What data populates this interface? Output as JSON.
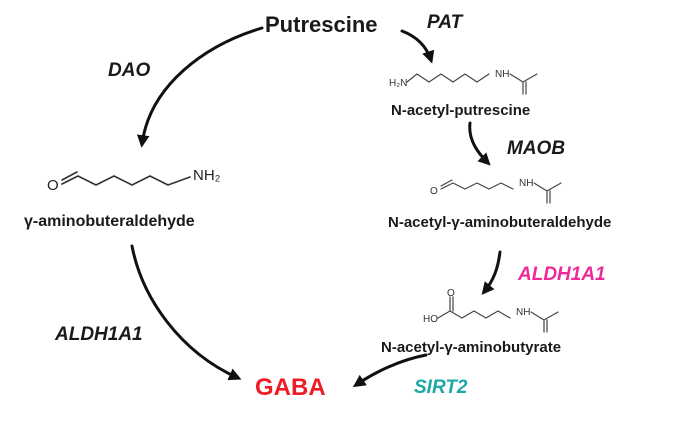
{
  "compounds": {
    "putrescine": "Putrescine",
    "n_acetyl_putrescine": "N-acetyl-putrescine",
    "n_acetyl_gaba_aldehyde": "N-acetyl-γ-aminobuteraldehyde",
    "gaba_aldehyde": "γ-aminobuteraldehyde",
    "n_acetyl_gaba": "N-acetyl-γ-aminobutyrate",
    "gaba": "GABA"
  },
  "enzymes": {
    "pat": "PAT",
    "dao": "DAO",
    "maob": "MAOB",
    "aldh1a1_right": "ALDH1A1",
    "aldh1a1_left": "ALDH1A1",
    "sirt2": "SIRT2"
  },
  "atoms": {
    "h2n": "H₂N",
    "nh": "NH",
    "o": "O",
    "nh2": "NH₂",
    "ho": "HO"
  },
  "colors": {
    "gaba": "#ee1c25",
    "aldh1a1_right": "#ee2a9b",
    "sirt2": "#1fa8a8",
    "default_text": "#1a1a1a"
  }
}
